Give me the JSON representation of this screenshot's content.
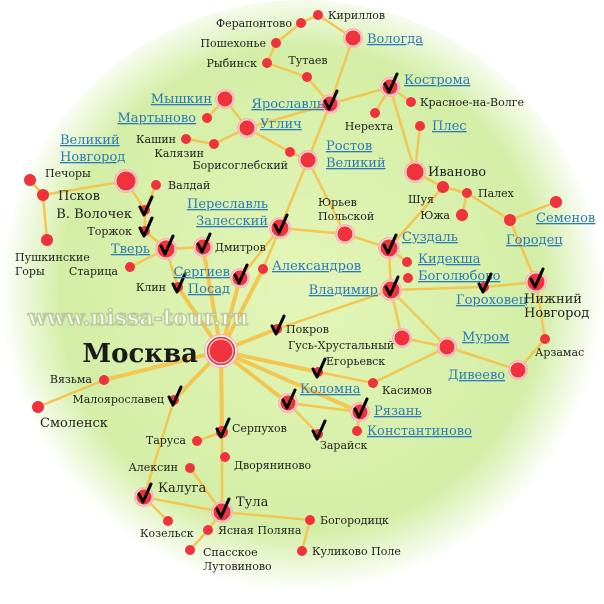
{
  "watermark": "www.nissa-tour.ru",
  "colors": {
    "road": "#f2c650",
    "city": "#f0323c",
    "link": "#2a7ab8",
    "background": "#d9f0ac"
  },
  "cities": [
    {
      "id": "moskva",
      "name": "Москва",
      "link": false,
      "visited": false
    },
    {
      "id": "ferapontovo",
      "name": "Ферапонтово",
      "link": false,
      "visited": false
    },
    {
      "id": "kirillov",
      "name": "Кириллов",
      "link": false,
      "visited": false
    },
    {
      "id": "vologda",
      "name": "Вологда",
      "link": true,
      "visited": false
    },
    {
      "id": "poshekhonye",
      "name": "Пошехонье",
      "link": false,
      "visited": false
    },
    {
      "id": "rybinsk",
      "name": "Рыбинск",
      "link": false,
      "visited": false
    },
    {
      "id": "tutaev",
      "name": "Тутаев",
      "link": false,
      "visited": false
    },
    {
      "id": "myshkin",
      "name": "Мышкин",
      "link": true,
      "visited": false
    },
    {
      "id": "yaroslavl",
      "name": "Ярославль",
      "link": true,
      "visited": true
    },
    {
      "id": "kostroma",
      "name": "Кострома",
      "link": true,
      "visited": true
    },
    {
      "id": "martynovo",
      "name": "Мартыново",
      "link": true,
      "visited": false
    },
    {
      "id": "uglich",
      "name": "Углич",
      "link": true,
      "visited": false
    },
    {
      "id": "krasnoe",
      "name": "Красное-на-Волге",
      "link": false,
      "visited": false
    },
    {
      "id": "nerekhta",
      "name": "Нерехта",
      "link": false,
      "visited": false
    },
    {
      "id": "ples",
      "name": "Плес",
      "link": true,
      "visited": false
    },
    {
      "id": "kashin",
      "name": "Кашин",
      "link": false,
      "visited": false
    },
    {
      "id": "kalyazin",
      "name": "Калязин",
      "link": false,
      "visited": false
    },
    {
      "id": "borisoglebsky",
      "name": "Борисоглебский",
      "link": false,
      "visited": false
    },
    {
      "id": "rostov",
      "name": "Ростов Великий",
      "link": true,
      "visited": false
    },
    {
      "id": "ivanovo",
      "name": "Иваново",
      "link": false,
      "visited": false
    },
    {
      "id": "vnovgorod",
      "name": "Великий Новгород",
      "link": true,
      "visited": false
    },
    {
      "id": "pechory",
      "name": "Печоры",
      "link": false,
      "visited": false
    },
    {
      "id": "pskov",
      "name": "Псков",
      "link": false,
      "visited": false
    },
    {
      "id": "valdai",
      "name": "Валдай",
      "link": false,
      "visited": false
    },
    {
      "id": "vvolochek",
      "name": "В. Волочек",
      "link": false,
      "visited": true
    },
    {
      "id": "torzhok",
      "name": "Торжок",
      "link": false,
      "visited": true
    },
    {
      "id": "pgory",
      "name": "Пушкинские Горы",
      "link": false,
      "visited": false
    },
    {
      "id": "tver",
      "name": "Тверь",
      "link": true,
      "visited": true
    },
    {
      "id": "dmitrov",
      "name": "Дмитров",
      "link": false,
      "visited": true
    },
    {
      "id": "staritsa",
      "name": "Старица",
      "link": false,
      "visited": false
    },
    {
      "id": "klin",
      "name": "Клин",
      "link": false,
      "visited": true
    },
    {
      "id": "sposad",
      "name": "Сергиев Посад",
      "link": true,
      "visited": true
    },
    {
      "id": "pereslavl",
      "name": "Переславль Залесский",
      "link": true,
      "visited": true
    },
    {
      "id": "aleksandrov",
      "name": "Александров",
      "link": true,
      "visited": false
    },
    {
      "id": "shuya",
      "name": "Шуя",
      "link": false,
      "visited": false
    },
    {
      "id": "palekh",
      "name": "Палех",
      "link": false,
      "visited": false
    },
    {
      "id": "yuzha",
      "name": "Южа",
      "link": false,
      "visited": false
    },
    {
      "id": "yuriev",
      "name": "Юрьев Польской",
      "link": false,
      "visited": false
    },
    {
      "id": "semenov",
      "name": "Семенов",
      "link": true,
      "visited": false
    },
    {
      "id": "gorodets",
      "name": "Городец",
      "link": true,
      "visited": false
    },
    {
      "id": "suzdal",
      "name": "Суздаль",
      "link": true,
      "visited": true
    },
    {
      "id": "kideksha",
      "name": "Кидекша",
      "link": true,
      "visited": false
    },
    {
      "id": "bogolyubovo",
      "name": "Боголюбово",
      "link": true,
      "visited": false
    },
    {
      "id": "vladimir",
      "name": "Владимир",
      "link": true,
      "visited": true
    },
    {
      "id": "gorokhovets",
      "name": "Гороховец",
      "link": true,
      "visited": true
    },
    {
      "id": "nnovgorod",
      "name": "Нижний Новгород",
      "link": false,
      "visited": true
    },
    {
      "id": "pokrov",
      "name": "Покров",
      "link": false,
      "visited": true
    },
    {
      "id": "gus",
      "name": "Гусь-Хрустальный",
      "link": false,
      "visited": false
    },
    {
      "id": "murom",
      "name": "Муром",
      "link": true,
      "visited": false
    },
    {
      "id": "arzamas",
      "name": "Арзамас",
      "link": false,
      "visited": false
    },
    {
      "id": "diveevo",
      "name": "Дивеево",
      "link": true,
      "visited": false
    },
    {
      "id": "egorievsk",
      "name": "Егорьевск",
      "link": false,
      "visited": true
    },
    {
      "id": "kolomna",
      "name": "Коломна",
      "link": true,
      "visited": true
    },
    {
      "id": "kasimov",
      "name": "Касимов",
      "link": false,
      "visited": false
    },
    {
      "id": "ryazan",
      "name": "Рязань",
      "link": true,
      "visited": true
    },
    {
      "id": "konstantinovo",
      "name": "Константиново",
      "link": true,
      "visited": false
    },
    {
      "id": "zaraysk",
      "name": "Зарайск",
      "link": false,
      "visited": true
    },
    {
      "id": "vyazma",
      "name": "Вязьма",
      "link": false,
      "visited": false
    },
    {
      "id": "smolensk",
      "name": "Смоленск",
      "link": false,
      "visited": false
    },
    {
      "id": "maloyaroslavets",
      "name": "Малоярославец",
      "link": false,
      "visited": true
    },
    {
      "id": "serpukhov",
      "name": "Серпухов",
      "link": false,
      "visited": true
    },
    {
      "id": "tarusa",
      "name": "Таруса",
      "link": false,
      "visited": false
    },
    {
      "id": "dvoryaninovo",
      "name": "Дворяниново",
      "link": false,
      "visited": false
    },
    {
      "id": "aleksin",
      "name": "Алексин",
      "link": false,
      "visited": false
    },
    {
      "id": "kaluga",
      "name": "Калуга",
      "link": false,
      "visited": true
    },
    {
      "id": "tula",
      "name": "Тула",
      "link": false,
      "visited": true
    },
    {
      "id": "kozelsk",
      "name": "Козельск",
      "link": false,
      "visited": false
    },
    {
      "id": "yasnaya",
      "name": "Ясная Поляна",
      "link": false,
      "visited": false
    },
    {
      "id": "bogoroditsk",
      "name": "Богородицк",
      "link": false,
      "visited": false
    },
    {
      "id": "spasskoe",
      "name": "Спасское Лутовиново",
      "link": false,
      "visited": false
    },
    {
      "id": "kulikovo",
      "name": "Куликово Поле",
      "link": false,
      "visited": false
    }
  ],
  "routes": [
    [
      "moskva",
      "sposad"
    ],
    [
      "sposad",
      "pereslavl"
    ],
    [
      "pereslavl",
      "rostov"
    ],
    [
      "rostov",
      "yaroslavl"
    ],
    [
      "yaroslavl",
      "vologda"
    ],
    [
      "vologda",
      "kirillov"
    ],
    [
      "kirillov",
      "ferapontovo"
    ],
    [
      "ferapontovo",
      "poshekhonye"
    ],
    [
      "poshekhonye",
      "rybinsk"
    ],
    [
      "rybinsk",
      "tutaev"
    ],
    [
      "tutaev",
      "yaroslavl"
    ],
    [
      "yaroslavl",
      "kostroma"
    ],
    [
      "kostroma",
      "krasnoe"
    ],
    [
      "kostroma",
      "nerekhta"
    ],
    [
      "kostroma",
      "ivanovo"
    ],
    [
      "ivanovo",
      "ples"
    ],
    [
      "ivanovo",
      "shuya"
    ],
    [
      "shuya",
      "palekh"
    ],
    [
      "palekh",
      "yuzha"
    ],
    [
      "palekh",
      "gorodets"
    ],
    [
      "gorodets",
      "semenov"
    ],
    [
      "gorodets",
      "nnovgorod"
    ],
    [
      "shuya",
      "suzdal"
    ],
    [
      "rostov",
      "yuriev"
    ],
    [
      "pereslavl",
      "yuriev"
    ],
    [
      "yuriev",
      "suzdal"
    ],
    [
      "suzdal",
      "vladimir"
    ],
    [
      "suzdal",
      "kideksha"
    ],
    [
      "vladimir",
      "gorokhovets"
    ],
    [
      "gorokhovets",
      "nnovgorod"
    ],
    [
      "vladimir",
      "murom"
    ],
    [
      "moskva",
      "pokrov"
    ],
    [
      "pokrov",
      "vladimir"
    ],
    [
      "vladimir",
      "gus"
    ],
    [
      "gus",
      "murom"
    ],
    [
      "murom",
      "diveevo"
    ],
    [
      "diveevo",
      "arzamas"
    ],
    [
      "arzamas",
      "nnovgorod"
    ],
    [
      "moskva",
      "egorievsk"
    ],
    [
      "egorievsk",
      "kasimov"
    ],
    [
      "kasimov",
      "murom"
    ],
    [
      "moskva",
      "kolomna"
    ],
    [
      "kolomna",
      "ryazan"
    ],
    [
      "ryazan",
      "konstantinovo"
    ],
    [
      "kolomna",
      "zaraysk"
    ],
    [
      "moskva",
      "dmitrov"
    ],
    [
      "dmitrov",
      "tver"
    ],
    [
      "moskva",
      "aleksandrov"
    ],
    [
      "aleksandrov",
      "pereslavl"
    ],
    [
      "moskva",
      "klin"
    ],
    [
      "klin",
      "tver"
    ],
    [
      "tver",
      "torzhok"
    ],
    [
      "torzhok",
      "vvolochek"
    ],
    [
      "vvolochek",
      "vnovgorod"
    ],
    [
      "vvolochek",
      "valdai"
    ],
    [
      "vnovgorod",
      "pskov"
    ],
    [
      "pskov",
      "pechory"
    ],
    [
      "pskov",
      "pgory"
    ],
    [
      "tver",
      "staritsa"
    ],
    [
      "uglich",
      "myshkin"
    ],
    [
      "myshkin",
      "martynovo"
    ],
    [
      "uglich",
      "kalyazin"
    ],
    [
      "kalyazin",
      "kashin"
    ],
    [
      "uglich",
      "borisoglebsky"
    ],
    [
      "borisoglebsky",
      "rostov"
    ],
    [
      "uglich",
      "yaroslavl"
    ],
    [
      "moskva",
      "vyazma"
    ],
    [
      "vyazma",
      "smolensk"
    ],
    [
      "moskva",
      "maloyaroslavets"
    ],
    [
      "maloyaroslavets",
      "kaluga"
    ],
    [
      "kaluga",
      "kozelsk"
    ],
    [
      "kaluga",
      "tula"
    ],
    [
      "moskva",
      "serpukhov"
    ],
    [
      "serpukhov",
      "tarusa"
    ],
    [
      "serpukhov",
      "tula"
    ],
    [
      "aleksin",
      "tula"
    ],
    [
      "tula",
      "yasnaya"
    ],
    [
      "yasnaya",
      "spasskoe"
    ],
    [
      "tula",
      "bogoroditsk"
    ],
    [
      "bogoroditsk",
      "kulikovo"
    ],
    [
      "moskva",
      "ryazan"
    ]
  ]
}
